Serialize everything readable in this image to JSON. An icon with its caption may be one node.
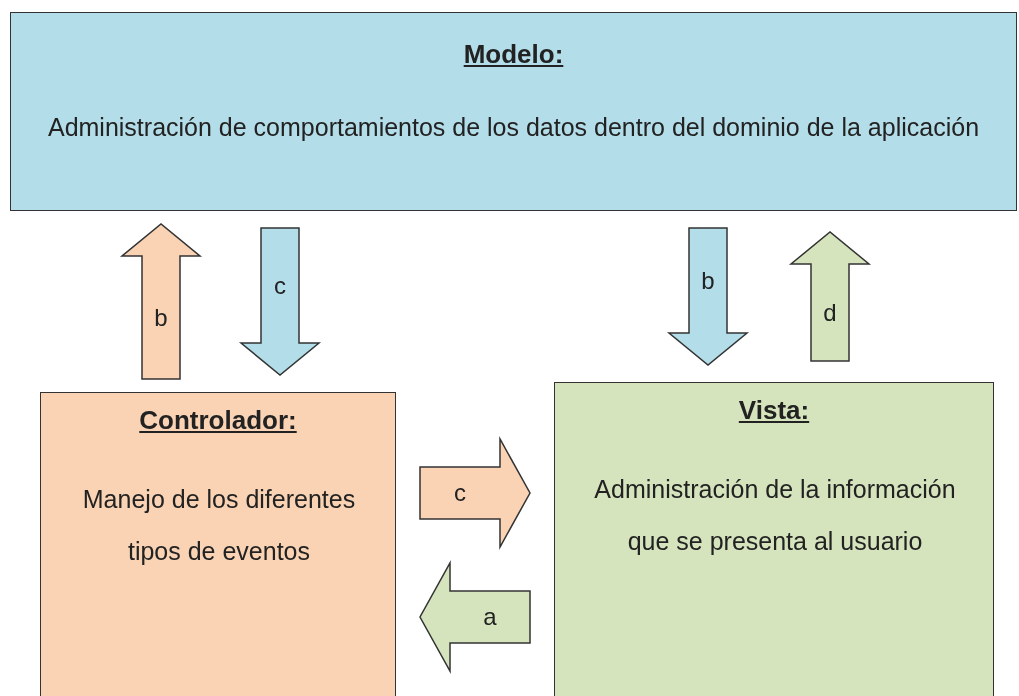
{
  "diagram": {
    "nodes": [
      {
        "text": [
          "Modelo:",
          "Administración de comportamientos de los datos dentro del dominio de la aplicación"
        ]
      },
      {
        "text": [
          "Controlador:",
          "Manejo de los diferentes tipos de eventos"
        ]
      },
      {
        "text": [
          "Vista:",
          "Administración de la información que se presenta al usuario"
        ]
      }
    ],
    "edges": [
      {
        "from": 1,
        "to": 0,
        "arrow": "to",
        "label": "b",
        "color": "#f9d3b4"
      },
      {
        "from": 0,
        "to": 1,
        "arrow": "to",
        "label": "c",
        "color": "#b3dde9"
      },
      {
        "from": 0,
        "to": 2,
        "arrow": "to",
        "label": "b",
        "color": "#b3dde9"
      },
      {
        "from": 2,
        "to": 0,
        "arrow": "to",
        "label": "d",
        "color": "#d5e4bd"
      },
      {
        "from": 1,
        "to": 2,
        "arrow": "to",
        "label": "c",
        "color": "#f9d3b4"
      },
      {
        "from": 2,
        "to": 1,
        "arrow": "to",
        "label": "a",
        "color": "#d5e4bd"
      }
    ]
  }
}
